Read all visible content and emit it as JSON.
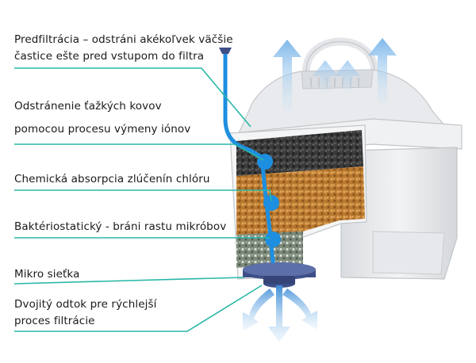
{
  "labels": {
    "prefiltration": {
      "line1": "Predfiltrácia – odstráni akékoľvek väčšie",
      "line2": "častice ešte pred vstupom do filtra"
    },
    "heavy_metals": {
      "line1": "Odstránenie ťažkých kovov",
      "line2": "pomocou procesu výmeny iónov"
    },
    "chlorine": "Chemická absorpcia zlúčenín chlóru",
    "bacteriostatic": "Baktériostatický - bráni rastu mikróbov",
    "micro_mesh": "Mikro sieťka",
    "double_outlet": {
      "line1": "Dvojitý odtok pre rýchlejší",
      "line2": "proces filtrácie"
    }
  },
  "colors": {
    "leader_line": "#28b7a7",
    "water_flow": "#1e8fe0",
    "arrow_light": "#a8cff0",
    "carbon_layer": "#3c3c3c",
    "resin_layer": "#c88a3c",
    "mineral_layer": "#8a9a88",
    "mesh_disc": "#3d4f86",
    "housing": "#eef0f2"
  },
  "icons": [
    "air-vent-arrow-icon",
    "water-drop-dot-icon",
    "outflow-arrow-icon"
  ]
}
